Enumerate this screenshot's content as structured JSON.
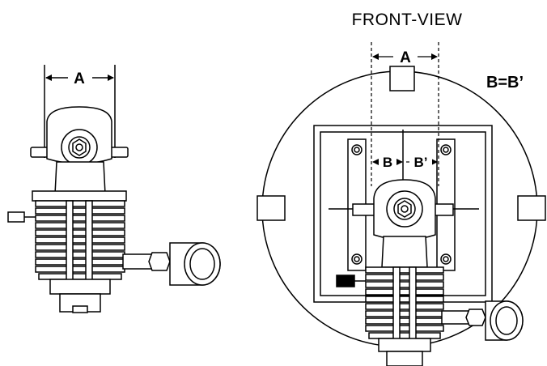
{
  "view_title": "FRONT-VIEW",
  "equation": "B=B’",
  "side_view": {
    "dimension_label": "A"
  },
  "front_view": {
    "dimension_a_label": "A",
    "dimension_b_label": "B",
    "dimension_b_prime_label": "B’"
  },
  "colors": {
    "line": "#000000",
    "background": "#ffffff"
  }
}
